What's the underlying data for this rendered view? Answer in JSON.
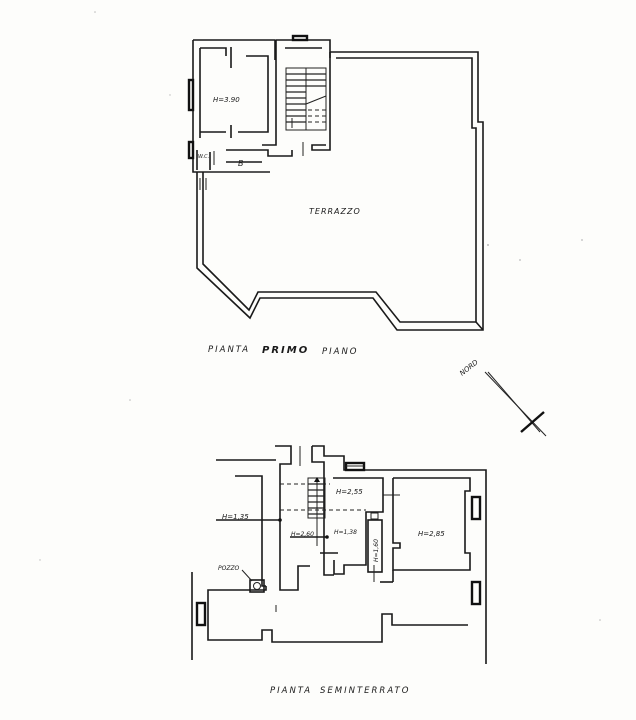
{
  "drawing": {
    "type": "architectural floor plan (scanned)",
    "first_floor": {
      "title_prefix": "PIANTA",
      "title_main": "PRIMO",
      "title_suffix": "PIANO",
      "rooms": [
        {
          "id": "room-main",
          "label": "H=3.90"
        },
        {
          "id": "bathroom",
          "label": "B"
        },
        {
          "id": "wc",
          "label": "W.C."
        },
        {
          "id": "terrace",
          "label": "TERRAZZO"
        }
      ]
    },
    "basement": {
      "title_prefix": "PIANTA",
      "title_main": "SEMINTERRATO",
      "labels": [
        {
          "id": "height-left",
          "label": "H=1,35"
        },
        {
          "id": "height-stair-landing",
          "label": "H=2,60"
        },
        {
          "id": "height-center",
          "label": "H=1,38"
        },
        {
          "id": "height-upper-room",
          "label": "H=2,55"
        },
        {
          "id": "height-narrow-room",
          "label": "H=1,60"
        },
        {
          "id": "height-large-room",
          "label": "H=2,85"
        },
        {
          "id": "well",
          "label": "POZZO"
        }
      ]
    },
    "north_arrow": {
      "label": "NORD"
    },
    "colors": {
      "ink": "#1a1a1a",
      "paper": "#fdfdfb"
    }
  }
}
